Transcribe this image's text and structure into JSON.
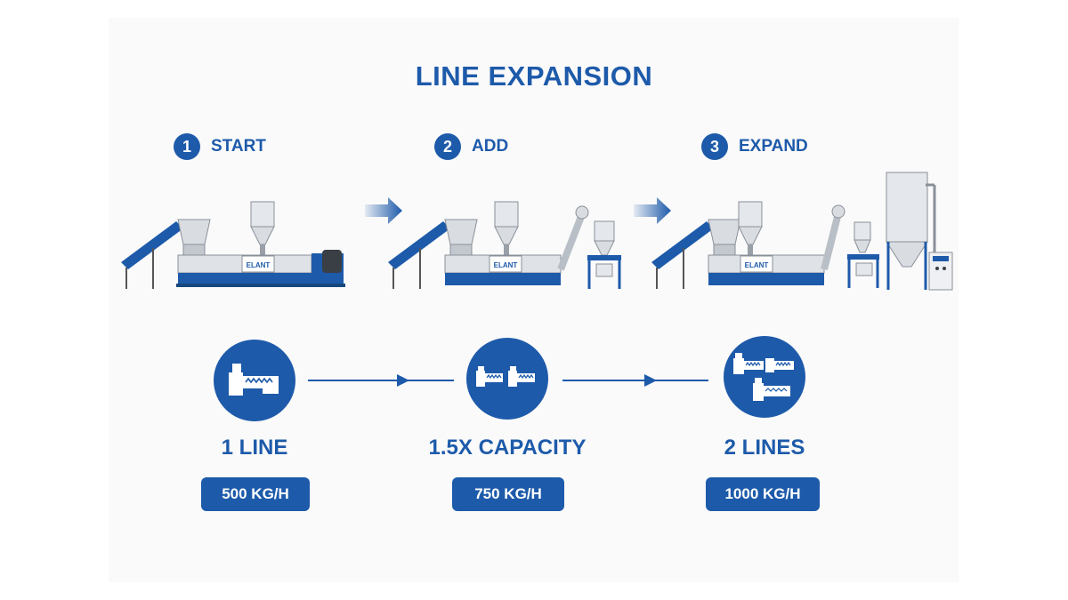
{
  "title": "LINE EXPANSION",
  "steps": [
    {
      "num": "1",
      "label": "START",
      "machine_brand": "ELANT",
      "capacity_label": "1 LINE",
      "rate": "500 KG/H"
    },
    {
      "num": "2",
      "label": "ADD",
      "machine_brand": "ELANT",
      "capacity_label": "1.5X CAPACITY",
      "rate": "750 KG/H"
    },
    {
      "num": "3",
      "label": "EXPAND",
      "machine_brand": "ELANT",
      "capacity_label": "2 LINES",
      "rate": "1000 KG/H"
    }
  ],
  "colors": {
    "primary": "#1d5aaa",
    "machine_metal": "#d9dde2",
    "machine_dark": "#3a3f46"
  },
  "icons": [
    "extruder-icon",
    "flow-arrow-icon",
    "gradient-arrow-icon"
  ]
}
